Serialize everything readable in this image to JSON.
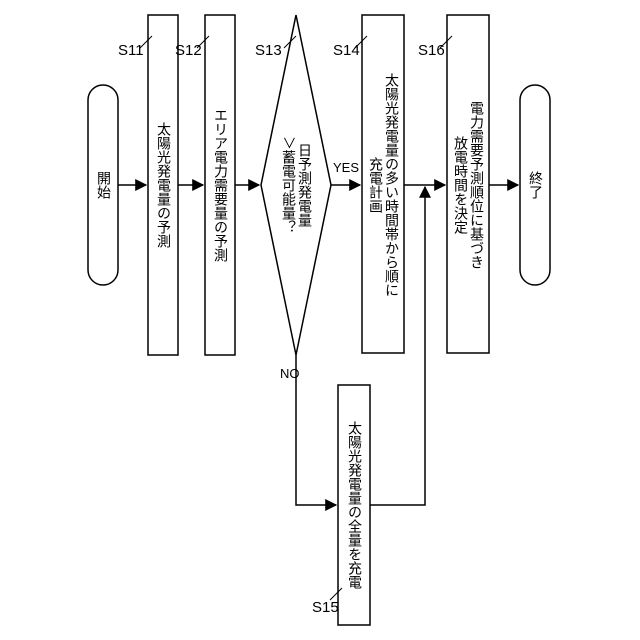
{
  "terminals": {
    "start": "開始",
    "end": "終了"
  },
  "steps": {
    "s11": {
      "id": "S11",
      "text": "太陽光発電量の予測"
    },
    "s12": {
      "id": "S12",
      "text": "エリア電力需要量の予測"
    },
    "s13": {
      "id": "S13",
      "line1": "日予測発電量",
      "line2": "＞蓄電可能量？"
    },
    "s14": {
      "id": "S14",
      "line1": "太陽光発電量の多い時間帯から順に",
      "line2": "充電計画"
    },
    "s15": {
      "id": "S15",
      "text": "太陽光発電量の全量を充電"
    },
    "s16": {
      "id": "S16",
      "line1": "電力需要予測順位に基づき",
      "line2": "放電時間を決定"
    }
  },
  "branches": {
    "yes": "YES",
    "no": "NO"
  }
}
